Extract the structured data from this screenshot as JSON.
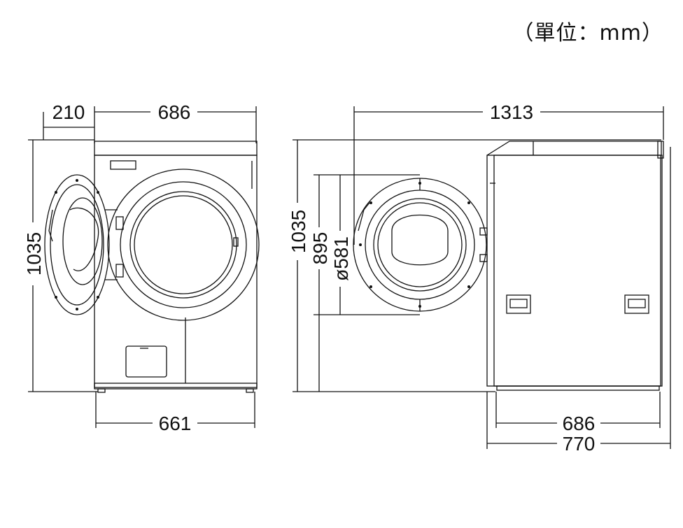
{
  "unit_label": "（單位：mm）",
  "front_view": {
    "door_offset_label": "210",
    "top_width_label": "686",
    "height_label": "1035",
    "base_width_label": "661"
  },
  "side_view": {
    "depth_total_label": "1313",
    "height_label": "1035",
    "door_height_label": "895",
    "door_diameter_label": "ø581",
    "body_depth_label": "686",
    "overall_depth_label": "770"
  }
}
